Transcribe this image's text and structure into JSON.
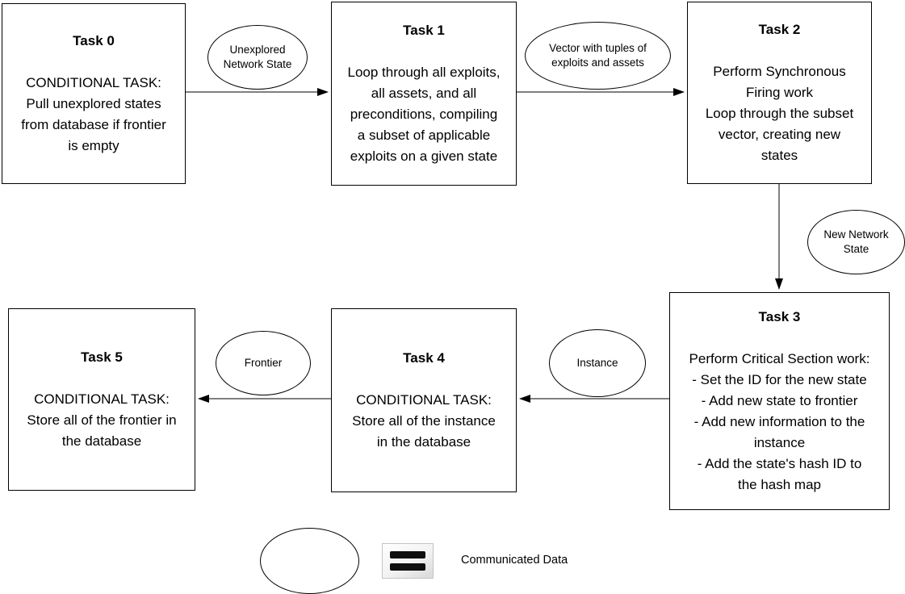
{
  "diagram": {
    "tasks": [
      {
        "title": "Task 0",
        "lines": [
          "CONDITIONAL TASK:",
          "Pull unexplored states",
          "from database if frontier",
          "is empty"
        ]
      },
      {
        "title": "Task 1",
        "lines": [
          "Loop through all exploits,",
          "all assets, and all",
          "preconditions, compiling",
          "a subset of applicable",
          "exploits on a given state"
        ]
      },
      {
        "title": "Task 2",
        "lines": [
          "Perform Synchronous",
          "Firing work",
          "Loop through the subset",
          "vector, creating new",
          "states"
        ]
      },
      {
        "title": "Task 3",
        "lines": [
          "Perform Critical Section work:",
          "- Set the ID for the new state",
          "- Add new state to frontier",
          "- Add new information to the",
          "instance",
          "- Add the state's hash ID to",
          "the hash map"
        ]
      },
      {
        "title": "Task 4",
        "lines": [
          "CONDITIONAL TASK:",
          "Store all of the instance",
          "in the database"
        ]
      },
      {
        "title": "Task 5",
        "lines": [
          "CONDITIONAL TASK:",
          "Store all of the frontier in",
          "the database"
        ]
      }
    ],
    "connectors": [
      {
        "lines": [
          "Unexplored",
          "Network State"
        ]
      },
      {
        "lines": [
          "Vector with tuples of",
          "exploits and assets"
        ]
      },
      {
        "lines": [
          "New Network",
          "State"
        ]
      },
      {
        "lines": [
          "Instance"
        ]
      },
      {
        "lines": [
          "Frontier"
        ]
      }
    ],
    "legend": {
      "label": "Communicated Data"
    },
    "colors": {
      "background": "#ffffff",
      "stroke": "#000000",
      "text": "#000000",
      "legend_bar": "#0e0e0e"
    }
  }
}
